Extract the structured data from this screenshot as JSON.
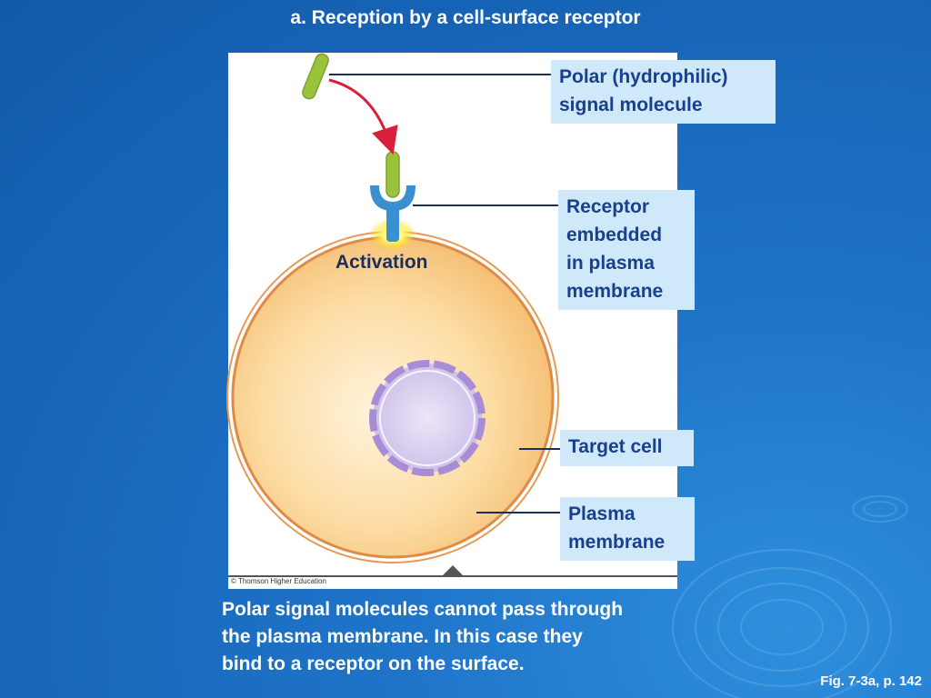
{
  "slide": {
    "title": "a. Reception by a cell-surface receptor",
    "caption_lines": [
      "Polar signal molecules cannot pass through",
      "the plasma membrane. In this case they",
      "bind to a receptor on the surface."
    ],
    "figure_ref": "Fig. 7-3a, p. 142",
    "credit": "© Thomson Higher Education"
  },
  "diagram": {
    "activation_label": "Activation",
    "callouts": {
      "signal_molecule": [
        "Polar (hydrophilic)",
        "signal molecule"
      ],
      "receptor": [
        "Receptor",
        "embedded",
        "in plasma",
        "membrane"
      ],
      "target_cell": [
        "Target cell"
      ],
      "plasma_membrane": [
        "Plasma",
        "membrane"
      ]
    }
  },
  "colors": {
    "background": "#1765b8",
    "callout_fill": "#cfe9fb",
    "callout_text": "#1a3f8c",
    "signal_molecule": "#9bc23c",
    "receptor": "#3a8fd0",
    "cell_fill": "#fbd79a",
    "cell_membrane": "#e89a55",
    "nucleus": "#c8b6e6",
    "arrow": "#d9203a",
    "leader_line": "#1a2f5a"
  }
}
